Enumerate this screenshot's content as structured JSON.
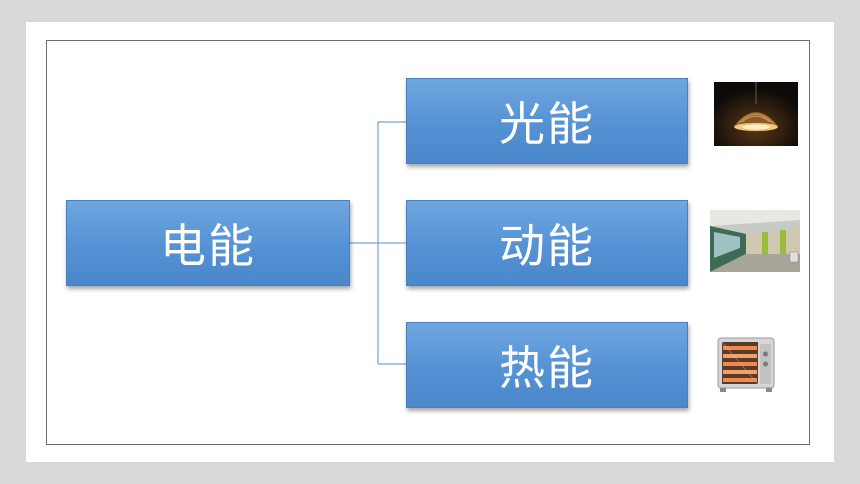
{
  "diagram": {
    "root": {
      "label": "电能"
    },
    "branches": [
      {
        "label": "光能",
        "image_icon": "pendant-lamp-icon"
      },
      {
        "label": "动能",
        "image_icon": "subway-train-icon"
      },
      {
        "label": "热能",
        "image_icon": "electric-heater-icon"
      }
    ]
  },
  "colors": {
    "box_fill": "#5b9bd5",
    "connector": "#5b8ec9",
    "frame_border": "#6d6d6d",
    "page_background": "#d9d9d9"
  }
}
